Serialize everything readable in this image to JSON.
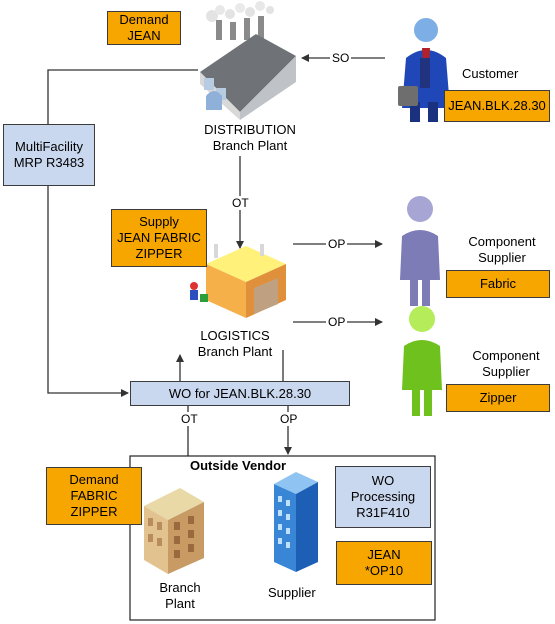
{
  "demand_jean": {
    "line1": "Demand",
    "line2": "JEAN"
  },
  "distribution": {
    "line1": "DISTRIBUTION",
    "line2": "Branch Plant"
  },
  "customer": {
    "label": "Customer",
    "item": "JEAN.BLK.28.30"
  },
  "so_label": "SO",
  "mrp": {
    "line1": "MultiFacility",
    "line2": "MRP R3483"
  },
  "ot_label_top": "OT",
  "supply": {
    "line1": "Supply",
    "line2": "JEAN FABRIC",
    "line3": "ZIPPER"
  },
  "logistics": {
    "line1": "LOGISTICS",
    "line2": "Branch Plant"
  },
  "op_label_fabric": "OP",
  "op_label_zipper": "OP",
  "supplier_fabric": {
    "line1": "Component",
    "line2": "Supplier",
    "item": "Fabric"
  },
  "supplier_zipper": {
    "line1": "Component",
    "line2": "Supplier",
    "item": "Zipper"
  },
  "wo": "WO for JEAN.BLK.28.30",
  "ot_label_bottom": "OT",
  "op_label_bottom": "OP",
  "outside_vendor": "Outside Vendor",
  "demand_fabric": {
    "line1": "Demand",
    "line2": "FABRIC",
    "line3": "ZIPPER"
  },
  "wo_processing": {
    "line1": "WO",
    "line2": "Processing",
    "line3": "R31F410"
  },
  "jean_op10": {
    "line1": "JEAN",
    "line2": "*OP10"
  },
  "branch_plant": {
    "line1": "Branch",
    "line2": "Plant"
  },
  "supplier_label": "Supplier"
}
